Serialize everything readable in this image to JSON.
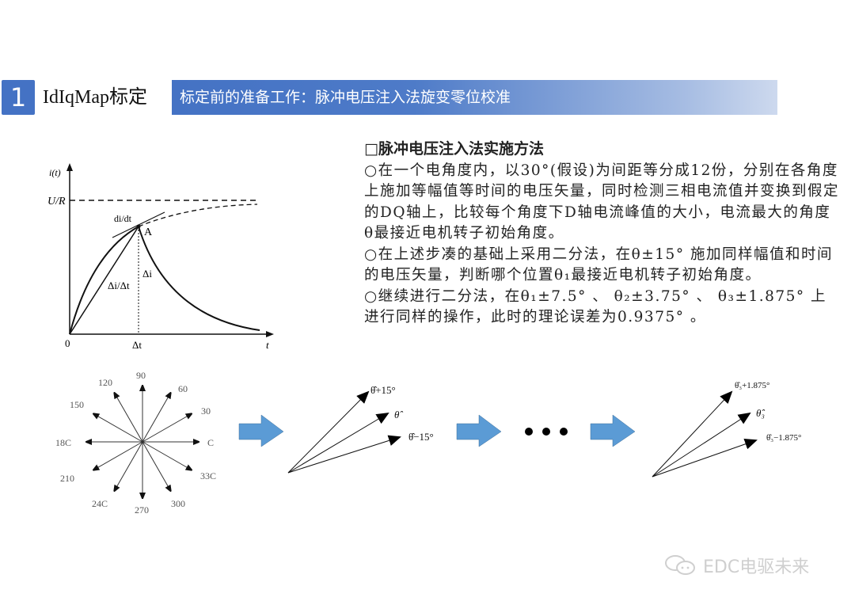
{
  "header": {
    "section_number": "1",
    "section_title": "IdIqMap标定",
    "banner_text": "标定前的准备工作：脉冲电压注入法旋变零位校准",
    "accent_color": "#4472c4"
  },
  "content": {
    "heading": "□脉冲电压注入法实施方法",
    "paragraphs": [
      "○在一个电角度内，以30°(假设)为间距等分成12份，分别在各角度上施加等幅值等时间的电压矢量，同时检测三相电流值并变换到假定的DQ轴上，比较每个角度下D轴电流峰值的大小，电流最大的角度θ最接近电机转子初始角度。",
      "○在上述步凑的基础上采用二分法，在θ±15° 施加同样幅值和时间的电压矢量，判断哪个位置θ₁最接近电机转子初始角度。",
      "○继续进行二分法，在θ₁±7.5° 、 θ₂±3.75° 、 θ₃±1.875° 上进行同样的操作，此时的理论误差为0.9375° 。"
    ]
  },
  "current_diagram": {
    "y_axis_label": "i(t)",
    "x_axis_label": "t",
    "origin_label": "0",
    "asymptote_label": "U/R",
    "tangent_label": "di/dt",
    "point_label": "A",
    "secant_label": "Δi/Δt",
    "delta_i_label": "Δi",
    "delta_t_label": "Δt"
  },
  "vector_star": {
    "angles": [
      "0",
      "30",
      "60",
      "90",
      "120",
      "150",
      "180",
      "210",
      "240",
      "270",
      "300",
      "330"
    ],
    "display_labels": [
      "C",
      "30",
      "60",
      "90",
      "120",
      "150",
      "18C",
      "210",
      "24C",
      "270",
      "300",
      "33C"
    ]
  },
  "bisection_step1": {
    "labels": [
      "θ̂+15°",
      "θ̂",
      "θ̂−15°"
    ]
  },
  "ellipsis": "• • •",
  "bisection_final": {
    "labels": [
      "θ̂₃+1.875°",
      "θ̂₃",
      "θ̂₃−1.875°"
    ]
  },
  "flow_arrow_color": "#5b9bd5",
  "watermark": {
    "text": "EDC电驱未来",
    "icon": "wechat-icon"
  }
}
